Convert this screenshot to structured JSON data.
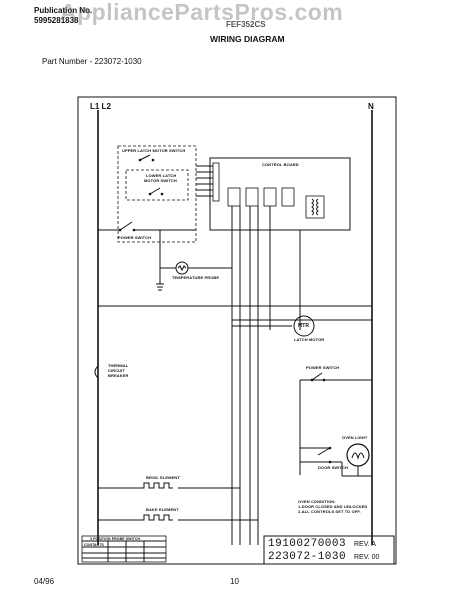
{
  "header": {
    "publication_label": "Publication No.",
    "publication_number": "5995281838",
    "model_partial": "FEF352CS",
    "title": "WIRING DIAGRAM",
    "watermark": "AppliancePartsPros.com",
    "part_number": "Part Number - 223072-1030"
  },
  "diagram": {
    "line_l1_l2": "L1 L2",
    "line_n": "N",
    "upper_latch": "UPPER LATCH MOTOR SWITCH",
    "lower_latch_1": "LOWER LATCH",
    "lower_latch_2": "MOTOR SWITCH",
    "control_board": "CONTROL BOARD",
    "power_switch_left": "POWER SWITCH",
    "temperature_probe": "TEMPERATURE PROBE",
    "mtr": "MTR",
    "latch_motor": "LATCH MOTOR",
    "thermal_1": "THERMAL",
    "thermal_2": "CIRCUIT",
    "thermal_3": "BREAKER",
    "power_switch_right": "POWER SWITCH",
    "door_switch": "DOOR SWITCH",
    "oven_light": "OVEN LIGHT",
    "broil_element": "BROIL ELEMENT",
    "bake_element": "BAKE ELEMENT",
    "oven_condition_1": "OVEN CONDITION:",
    "oven_condition_2": "1-DOOR CLOSED AND UNLOCKED",
    "oven_condition_3": "2-ALL CONTROLS SET TO OFF."
  },
  "doc_box": {
    "line1": "19100270003",
    "rev1": "REV. A",
    "line2": "223072-1030",
    "rev2": "REV. 00"
  },
  "table": {
    "title": "3 POSITION PROBE SWITCH",
    "row_header": "CONTACTS"
  },
  "footer": {
    "date": "04/96",
    "page": "10"
  }
}
